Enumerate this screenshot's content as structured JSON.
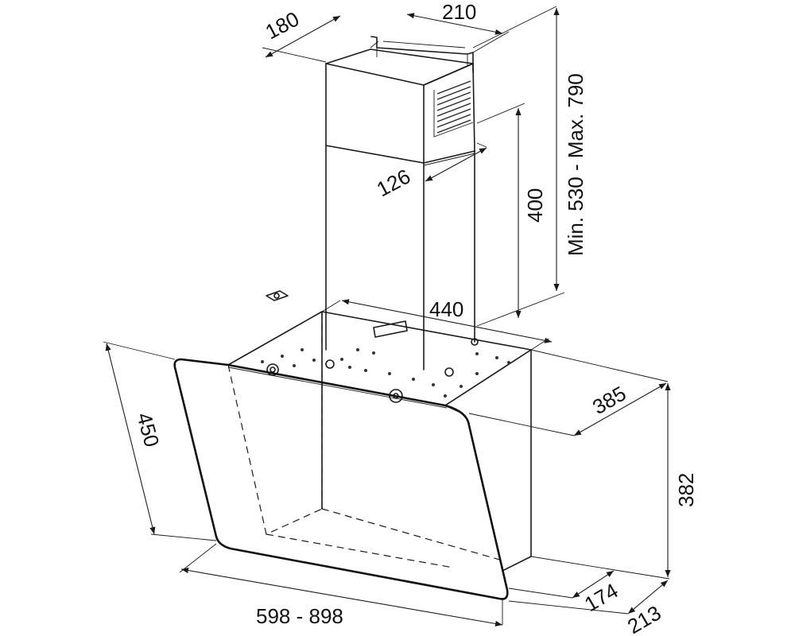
{
  "dimensions": {
    "chimney_depth": "180",
    "chimney_width": "210",
    "chimney_height_range": "Min. 530 - Max. 790",
    "chimney_offset": "126",
    "upper_chimney_height": "400",
    "canopy_top_width": "440",
    "canopy_top_depth": "385",
    "glass_height": "450",
    "body_height": "382",
    "hood_width_range": "598 - 898",
    "bottom_depth": "174",
    "glass_depth": "213"
  }
}
